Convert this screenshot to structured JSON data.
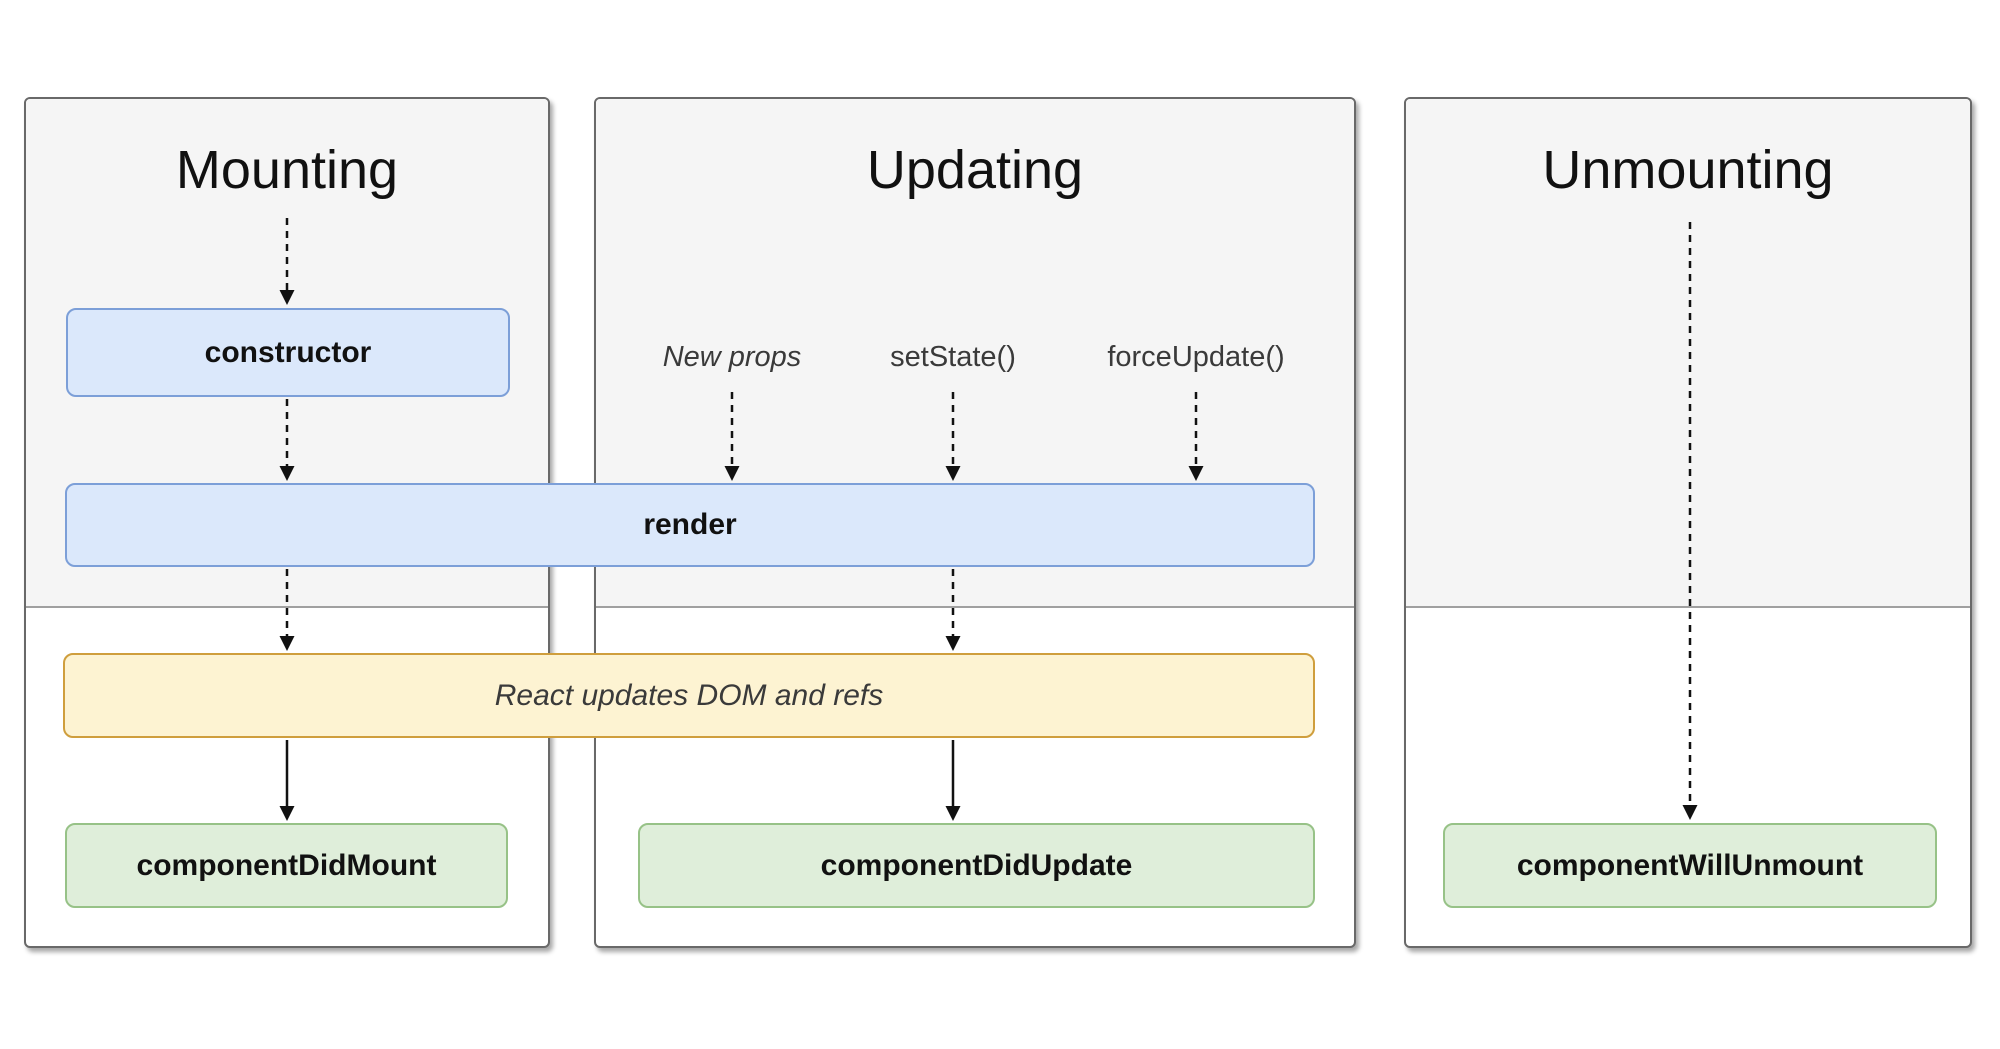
{
  "titles": {
    "mounting": "Mounting",
    "updating": "Updating",
    "unmounting": "Unmounting"
  },
  "boxes": {
    "constructor": "constructor",
    "render": "render",
    "react_updates": "React updates DOM and refs",
    "component_did_mount": "componentDidMount",
    "component_did_update": "componentDidUpdate",
    "component_will_unmount": "componentWillUnmount"
  },
  "update_triggers": [
    "New props",
    "setState()",
    "forceUpdate()"
  ],
  "colors": {
    "blue_fill": "#dbe8fb",
    "blue_border": "#7c9fd8",
    "yellow_fill": "#fdf3d2",
    "yellow_border": "#cf9e3d",
    "green_fill": "#dfeeda",
    "green_border": "#97c287",
    "panel_gray": "#f5f5f5",
    "panel_border": "#696969",
    "divider": "#a0a0a0",
    "arrow": "#111111",
    "text_dark": "#111111",
    "text_muted": "#3a3a3a"
  }
}
